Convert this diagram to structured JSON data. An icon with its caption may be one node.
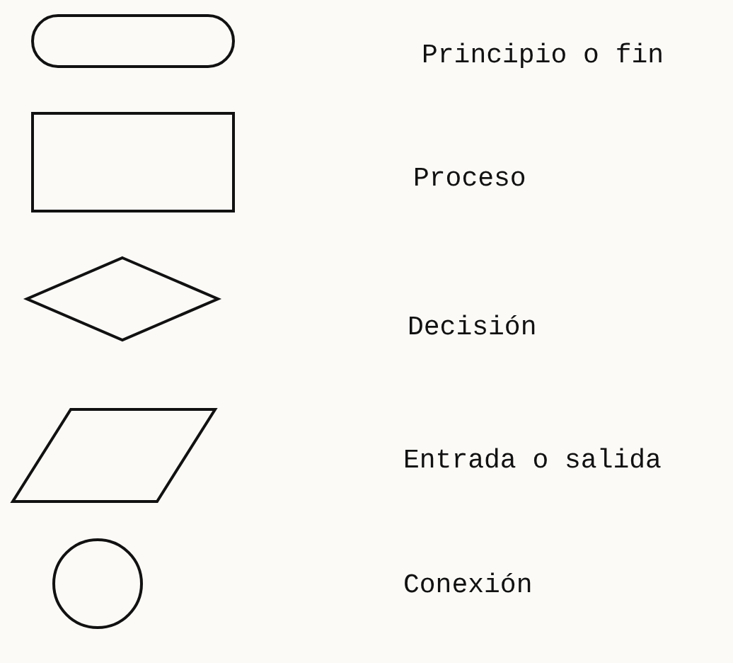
{
  "diagram": {
    "nodes": [
      {
        "text": [],
        "shape": "pill"
      },
      {
        "text": [],
        "shape": "box"
      },
      {
        "text": [],
        "shape": "diamond"
      },
      {
        "text": [],
        "shape": "parallelogram"
      },
      {
        "text": [],
        "shape": "circle"
      }
    ],
    "labels": [
      "Principio o fin",
      "Proceso",
      "Decisión",
      "Entrada o salida",
      "Conexión"
    ]
  }
}
